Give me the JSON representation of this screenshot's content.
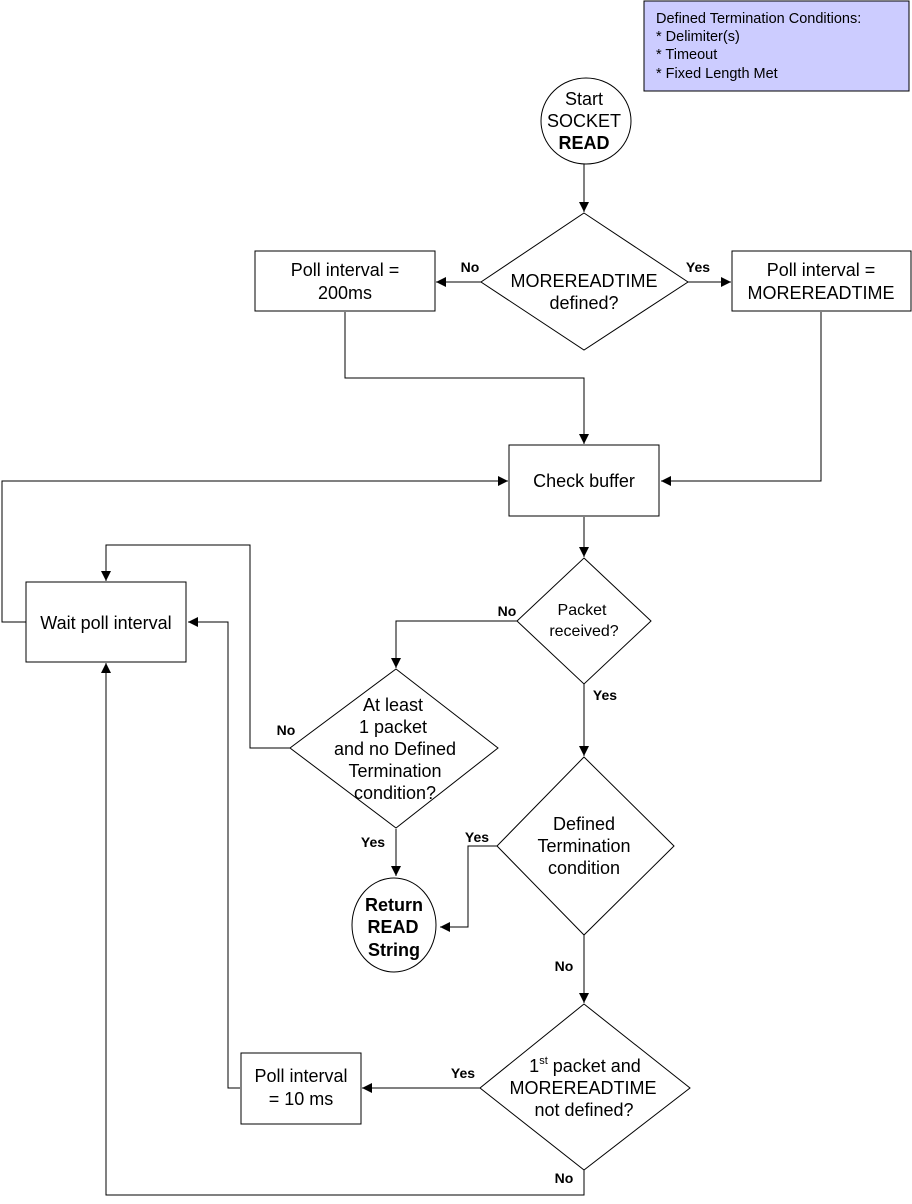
{
  "note": {
    "lines": [
      "Defined Termination Conditions:",
      "* Delimiter(s)",
      "* Timeout",
      "* Fixed Length Met"
    ],
    "fill": "#ccccff"
  },
  "nodes": {
    "start": {
      "lines": [
        "Start",
        "SOCKET"
      ],
      "bold": "READ"
    },
    "moreread_decision": {
      "lines": [
        "MOREREADTIME",
        "defined?"
      ]
    },
    "poll_200": {
      "lines": [
        "Poll interval =",
        "200ms"
      ]
    },
    "poll_moreread": {
      "lines": [
        "Poll interval =",
        "MOREREADTIME"
      ]
    },
    "check_buffer": {
      "lines": [
        "Check buffer"
      ]
    },
    "wait_poll": {
      "lines": [
        "Wait poll interval"
      ]
    },
    "packet_received": {
      "lines": [
        "Packet",
        "received?"
      ]
    },
    "at_least": {
      "lines": [
        "At least",
        "1 packet",
        "and no Defined",
        "Termination",
        "condition?"
      ]
    },
    "defined_term": {
      "lines": [
        "Defined",
        "Termination",
        "condition"
      ]
    },
    "return_read": {
      "lines": [
        "Return",
        "READ",
        "String"
      ]
    },
    "first_packet": {
      "line1_main": "1",
      "line1_sup": "st",
      "line1_rest": " packet and",
      "lines": [
        "MOREREADTIME",
        "not defined?"
      ]
    },
    "poll_10": {
      "lines": [
        "Poll interval",
        "= 10 ms"
      ]
    }
  },
  "edge_labels": {
    "moreread_no": "No",
    "moreread_yes": "Yes",
    "packet_no": "No",
    "packet_yes": "Yes",
    "atleast_no": "No",
    "atleast_yes": "Yes",
    "defined_yes": "Yes",
    "defined_no": "No",
    "first_yes": "Yes",
    "first_no": "No"
  }
}
